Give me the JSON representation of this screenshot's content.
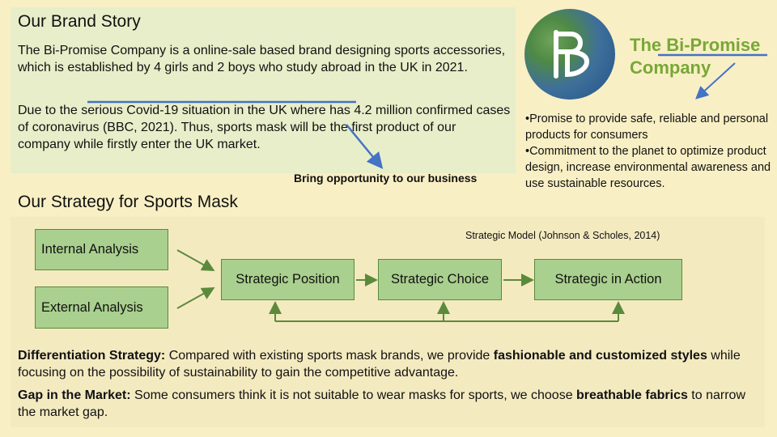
{
  "story": {
    "title": "Our Brand Story",
    "paragraph1": "The Bi-Promise Company is a online-sale based brand designing sports accessories, which is established by 4 girls and 2 boys who study abroad in the UK in 2021.",
    "paragraph2": "Due to the serious Covid-19 situation in the UK where has 4.2 million confirmed cases of coronavirus (BBC, 2021). Thus, sports mask will be the first product of our company while firstly enter the UK market.",
    "callout": "Bring opportunity to our business"
  },
  "brand": {
    "name_line1": "The Bi-Promise",
    "name_line2": "Company",
    "logo_icon": "bp-monogram-icon",
    "bullets": [
      "•Promise to provide safe, reliable and personal products for consumers",
      "•Commitment to the planet to optimize product design, increase environmental awareness and use sustainable resources."
    ]
  },
  "strategy": {
    "title": "Our Strategy for Sports Mask",
    "model_caption": "Strategic Model (Johnson & Scholes, 2014)",
    "boxes": {
      "internal": "Internal Analysis",
      "external": "External Analysis",
      "position": "Strategic Position",
      "choice": "Strategic Choice",
      "action": "Strategic in Action"
    },
    "differentiation": {
      "label": "Differentiation Strategy:",
      "text1": " Compared with existing sports mask brands, we provide ",
      "bold1": "fashionable and customized styles",
      "text2": " while focusing on the possibility of sustainability to gain the competitive advantage."
    },
    "gap": {
      "label": "Gap in the Market:",
      "text1": " Some consumers think it is not suitable to wear masks for sports, we choose ",
      "bold1": "breathable fabrics",
      "text2": " to narrow the market gap."
    }
  },
  "colors": {
    "story_bg": "#e7eec9",
    "page_bg": "#f9efc4",
    "box_fill": "#a9d08e",
    "box_border": "#5b8a3c",
    "brand_green": "#78a838",
    "annotation_blue": "#4472c4"
  }
}
